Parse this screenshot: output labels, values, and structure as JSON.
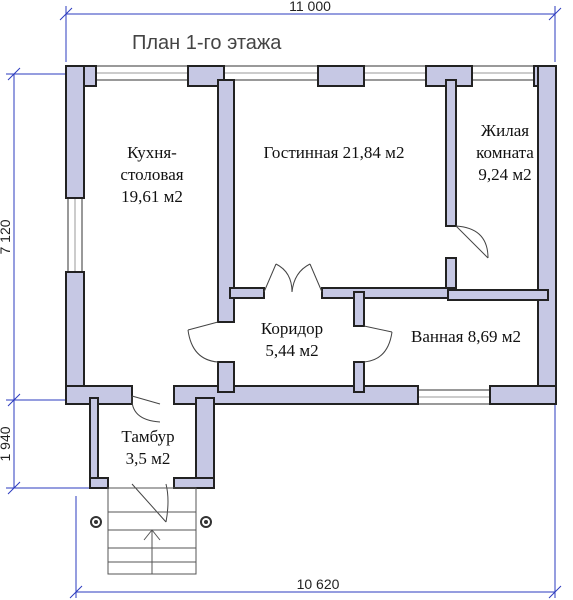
{
  "title": "План 1-го этажа",
  "dimensions": {
    "top_width": "11 000",
    "bottom_width": "10 620",
    "left_main": "7 120",
    "left_porch": "1 940"
  },
  "rooms": {
    "kitchen": [
      "Кухня-",
      "столовая",
      "19,61 м2"
    ],
    "living": [
      "Гостинная 21,84 м2"
    ],
    "bedroom": [
      "Жилая",
      "комната",
      "9,24 м2"
    ],
    "corridor": [
      "Коридор",
      "5,44 м2"
    ],
    "bath": [
      "Ванная 8,69 м2"
    ],
    "vestibule": [
      "Тамбур",
      "3,5 м2"
    ]
  },
  "colors": {
    "wall_fill": "#c6c8e4",
    "dimension": "#2b3bbf"
  }
}
